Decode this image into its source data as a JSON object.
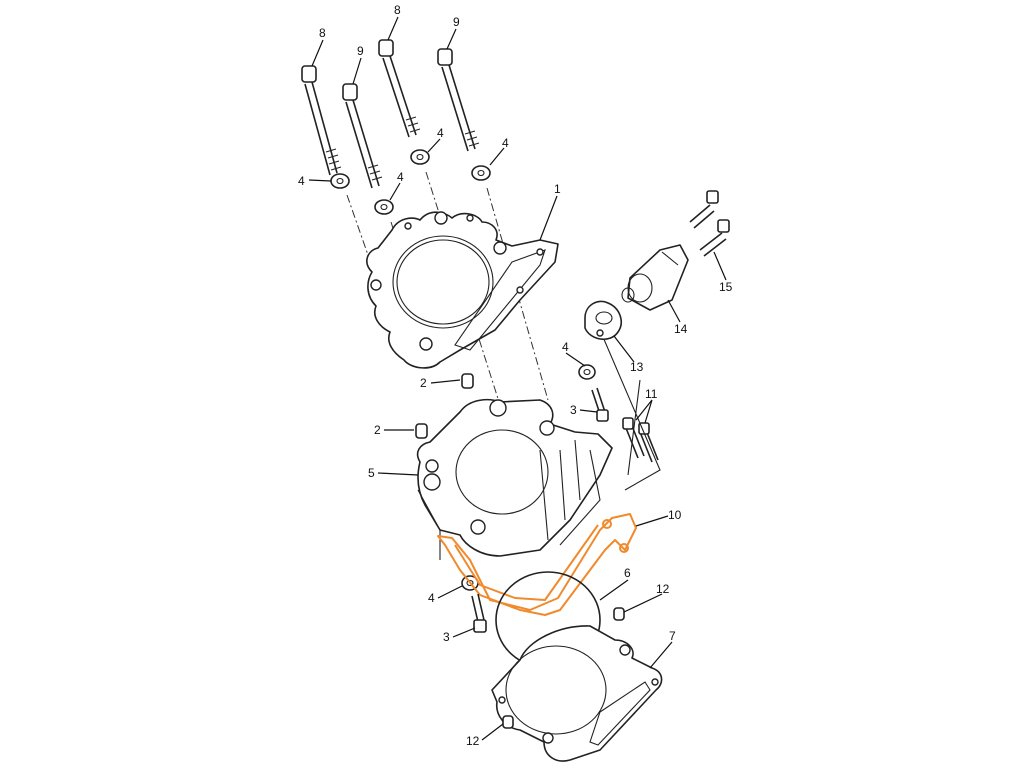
{
  "diagram": {
    "type": "exploded-parts-diagram",
    "accent_color": "#f08a2c",
    "callouts": [
      "8",
      "9",
      "8",
      "9",
      "4",
      "4",
      "4",
      "4",
      "1",
      "2",
      "2",
      "5",
      "4",
      "3",
      "11",
      "13",
      "14",
      "15",
      "10",
      "6",
      "12",
      "7",
      "4",
      "3",
      "12"
    ]
  }
}
